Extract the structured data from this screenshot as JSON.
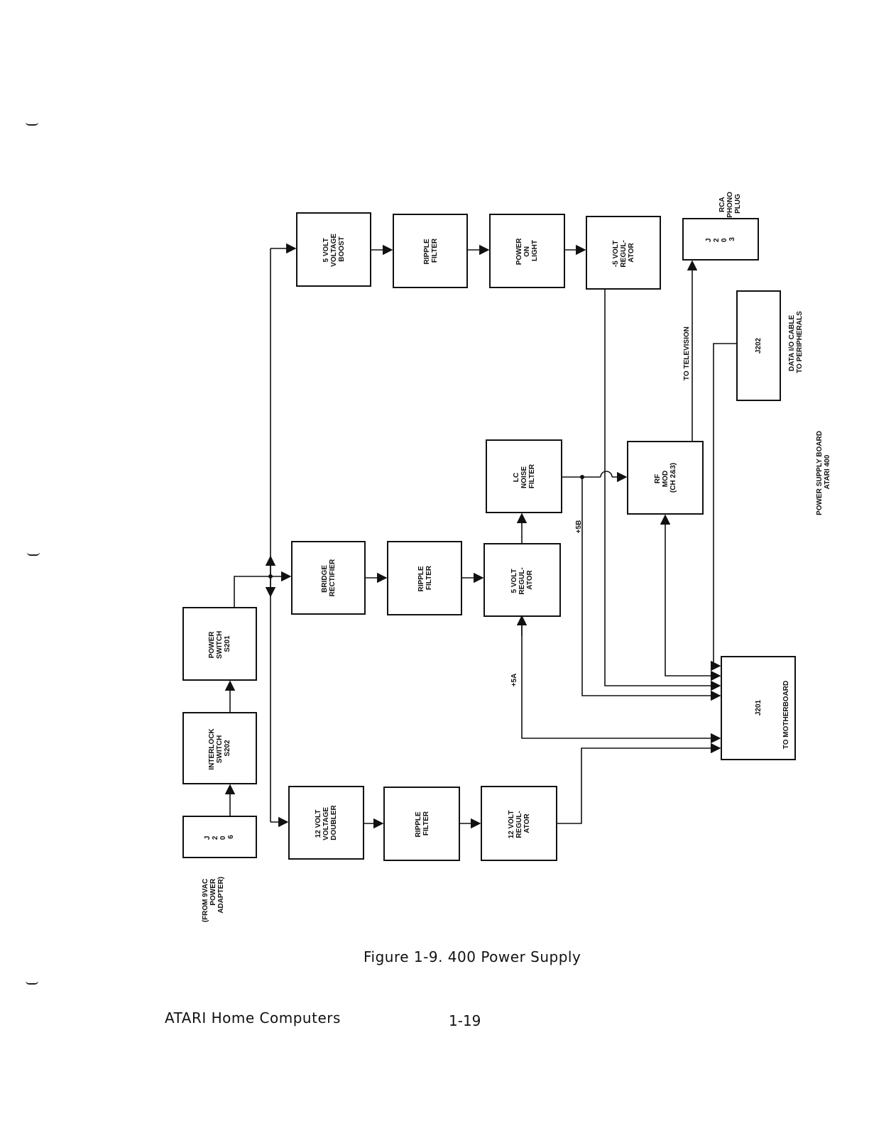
{
  "page": {
    "caption": "Figure 1-9. 400 Power Supply",
    "footer_left": "ATARI Home Computers",
    "footer_right": "1-19"
  },
  "diagram": {
    "source_label": [
      "(FROM 9VAC",
      "POWER",
      "ADAPTER)"
    ],
    "blocks": {
      "j206": [
        "J",
        "2",
        "0",
        "6"
      ],
      "interlock": [
        "INTERLOCK",
        "SWITCH",
        "S202"
      ],
      "power_switch": [
        "POWER",
        "SWITCH",
        "S201"
      ],
      "bridge_rectifier": [
        "BRIDGE",
        "RECTIFIER"
      ],
      "ripple_filter_mid": [
        "RIPPLE",
        "FILTER"
      ],
      "regulator_5v": [
        "5 VOLT",
        "REGUL-",
        "ATOR"
      ],
      "lc_filter": [
        "LC",
        "NOISE",
        "FILTER"
      ],
      "voltage_boost": [
        "5 VOLT",
        "VOLTAGE",
        "BOOST"
      ],
      "ripple_filter_top": [
        "RIPPLE",
        "FILTER"
      ],
      "power_on_light": [
        "POWER",
        "ON",
        "LIGHT"
      ],
      "regulator_neg5v": [
        "-5 VOLT",
        "REGUL-",
        "ATOR"
      ],
      "voltage_doubler": [
        "12 VOLT",
        "VOLTAGE",
        "DOUBLER"
      ],
      "ripple_filter_bottom": [
        "RIPPLE",
        "FILTER"
      ],
      "regulator_12v": [
        "12 VOLT",
        "REGUL-",
        "ATOR"
      ],
      "rf_mod": [
        "RF",
        "MOD",
        "(CH 2&3)"
      ],
      "j201": [
        "J201"
      ],
      "j202": [
        "J202"
      ],
      "rca_plug": [
        "J",
        "2",
        "0",
        "3"
      ]
    },
    "labels": {
      "plus_5b": "+5B",
      "plus_5a": "+5A",
      "to_television": "TO TELEVISION",
      "to_motherboard": "TO MOTHERBOARD",
      "rca_phono": [
        "RCA",
        "PHONO",
        "PLUG"
      ],
      "data_io": [
        "DATA I/O CABLE",
        "TO PERIPHERALS"
      ],
      "board_title": [
        "POWER SUPPLY BOARD",
        "ATARI 400"
      ]
    }
  }
}
